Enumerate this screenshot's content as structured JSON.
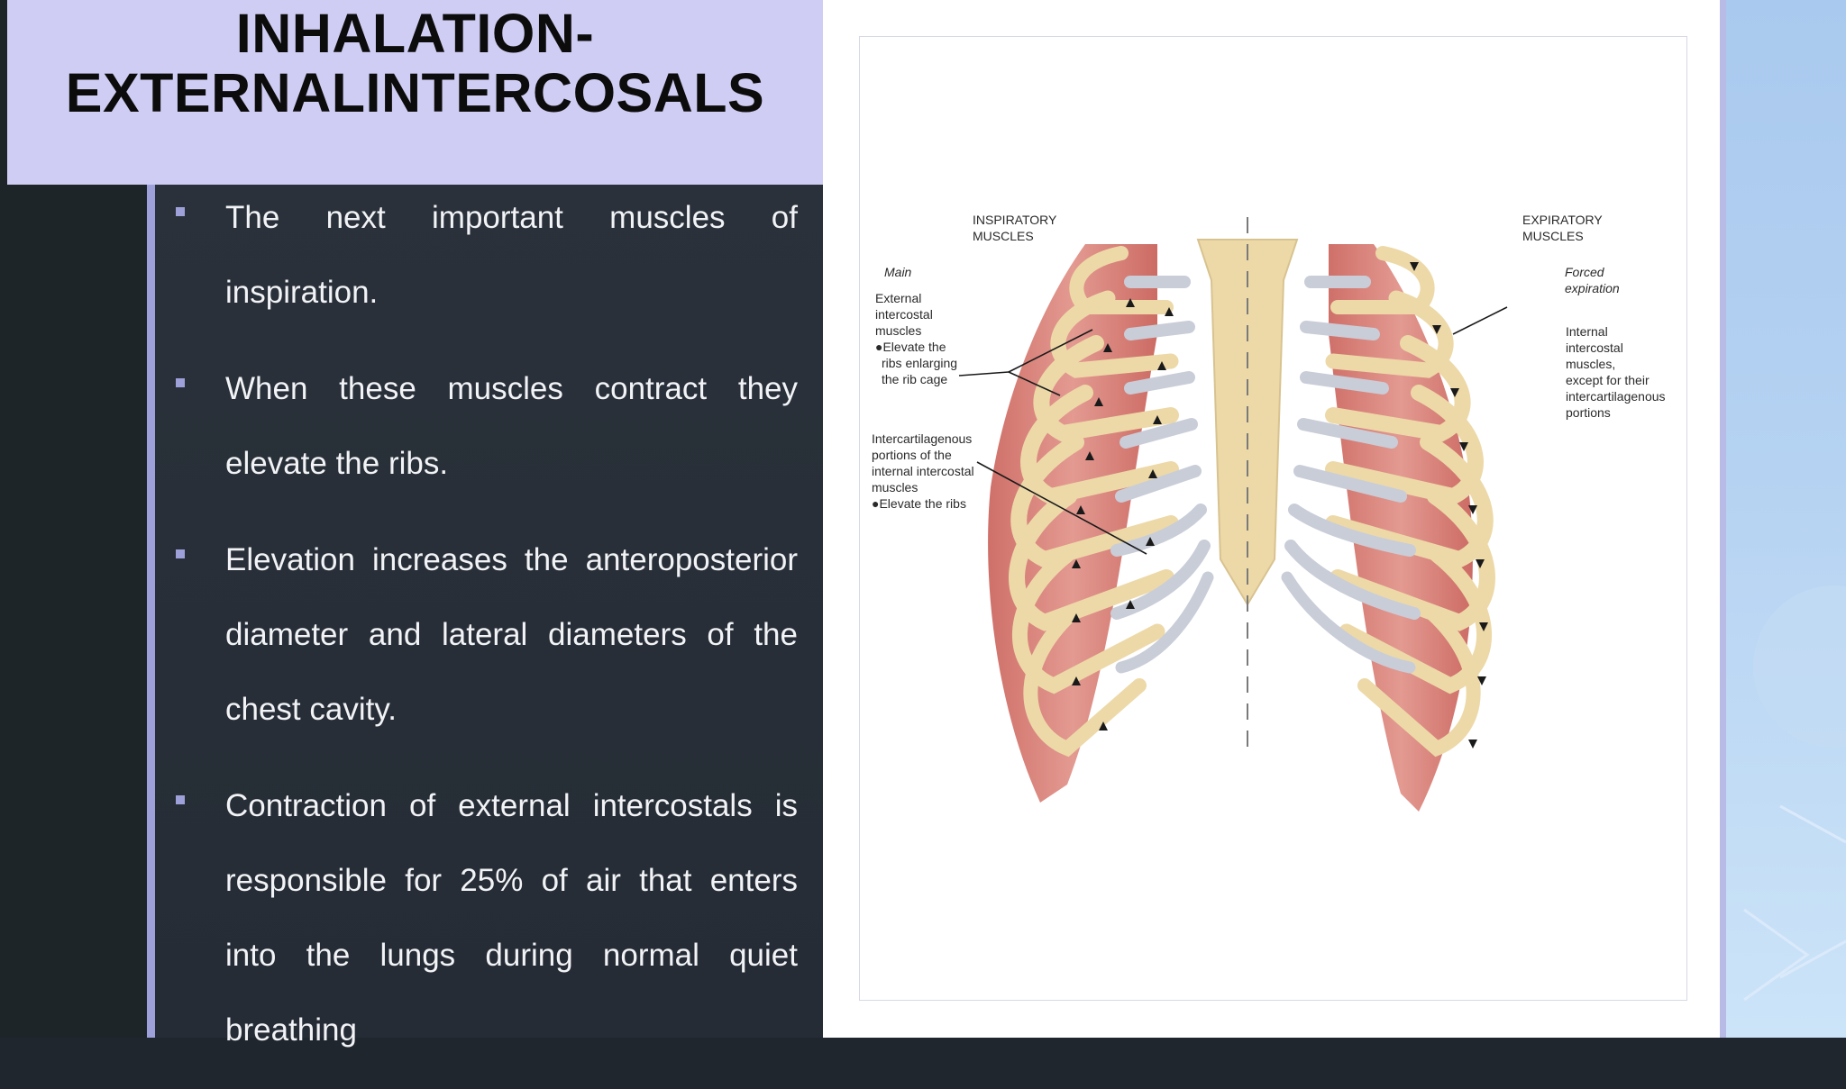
{
  "slide": {
    "title_line1": "INHALATION-",
    "title_line2": "EXTERNALINTERCOSALS"
  },
  "bullets": [
    "The next important muscles of inspiration.",
    "When these muscles contract they elevate the ribs.",
    "Elevation increases the anteroposterior diameter and lateral diameters of the chest cavity.",
    "Contraction of external intercostals is responsible for 25% of air that enters into the lungs during normal quiet breathing"
  ],
  "figure": {
    "heading_left_1": "INSPIRATORY",
    "heading_left_2": "MUSCLES",
    "heading_right_1": "EXPIRATORY",
    "heading_right_2": "MUSCLES",
    "main": "Main",
    "external_lines": [
      "External",
      "intercostal",
      "muscles",
      "●Elevate the",
      "ribs enlarging",
      "the rib cage"
    ],
    "intercart_lines": [
      "Intercartilagenous",
      "portions of the",
      "internal intercostal",
      "muscles",
      "●Elevate the ribs"
    ],
    "forced_lines": [
      "Forced",
      "expiration"
    ],
    "internal_lines": [
      "Internal",
      "intercostal",
      "muscles,",
      "except for their",
      "intercartilagenous",
      "portions"
    ]
  },
  "colors": {
    "title_bg": "#cfcdf3",
    "accent": "#9ea0da",
    "panel_bg": "#262d36",
    "muscle": "#d9837c",
    "rib_bone": "#edd9a8",
    "rib_cartilage": "#c9cdd8"
  }
}
